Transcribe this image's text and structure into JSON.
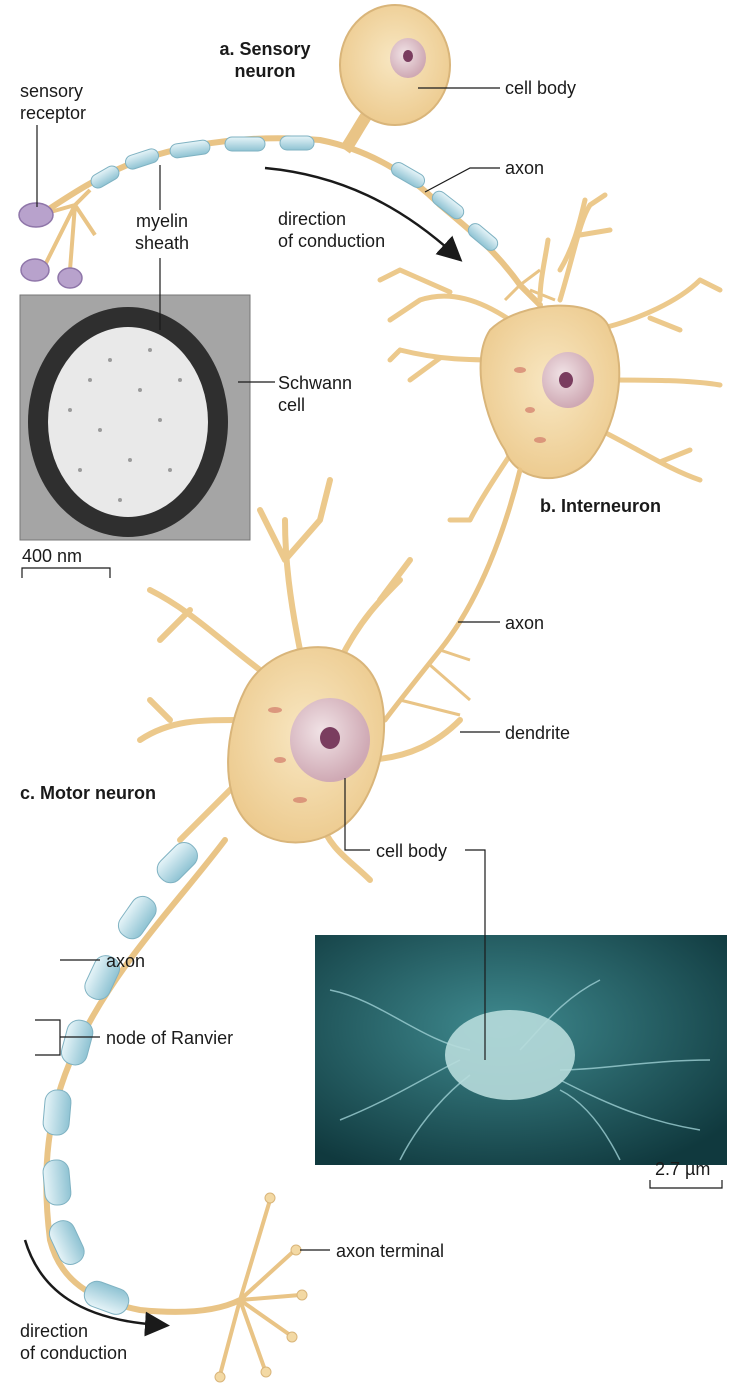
{
  "neurons": {
    "sensory": {
      "title_line1": "a. Sensory",
      "title_line2": "neuron"
    },
    "interneuron": {
      "title": "b.  Interneuron"
    },
    "motor": {
      "title": "c. Motor neuron"
    }
  },
  "labels": {
    "sensory_receptor_line1": "sensory",
    "sensory_receptor_line2": "receptor",
    "cell_body_sensory": "cell body",
    "axon_sensory": "axon",
    "myelin_line1": "myelin",
    "myelin_line2": "sheath",
    "direction_top_line1": "direction",
    "direction_top_line2": "of conduction",
    "schwann_line1": "Schwann",
    "schwann_line2": "cell",
    "axon_interneuron": "axon",
    "dendrite": "dendrite",
    "cell_body_motor": "cell body",
    "axon_motor": "axon",
    "node_of_ranvier": "node of Ranvier",
    "axon_terminal": "axon terminal",
    "direction_bottom_line1": "direction",
    "direction_bottom_line2": "of conduction"
  },
  "scale_bars": {
    "tem": "400 nm",
    "sem": "2.7 µm"
  },
  "colors": {
    "cell": "#f3d9a4",
    "cell_outline": "#d9b57a",
    "nucleus": "#d9b8c2",
    "myelin": "#bfe0ea",
    "sem_bg": "#1f5f66",
    "tem_bg": "#9a9a9a"
  }
}
